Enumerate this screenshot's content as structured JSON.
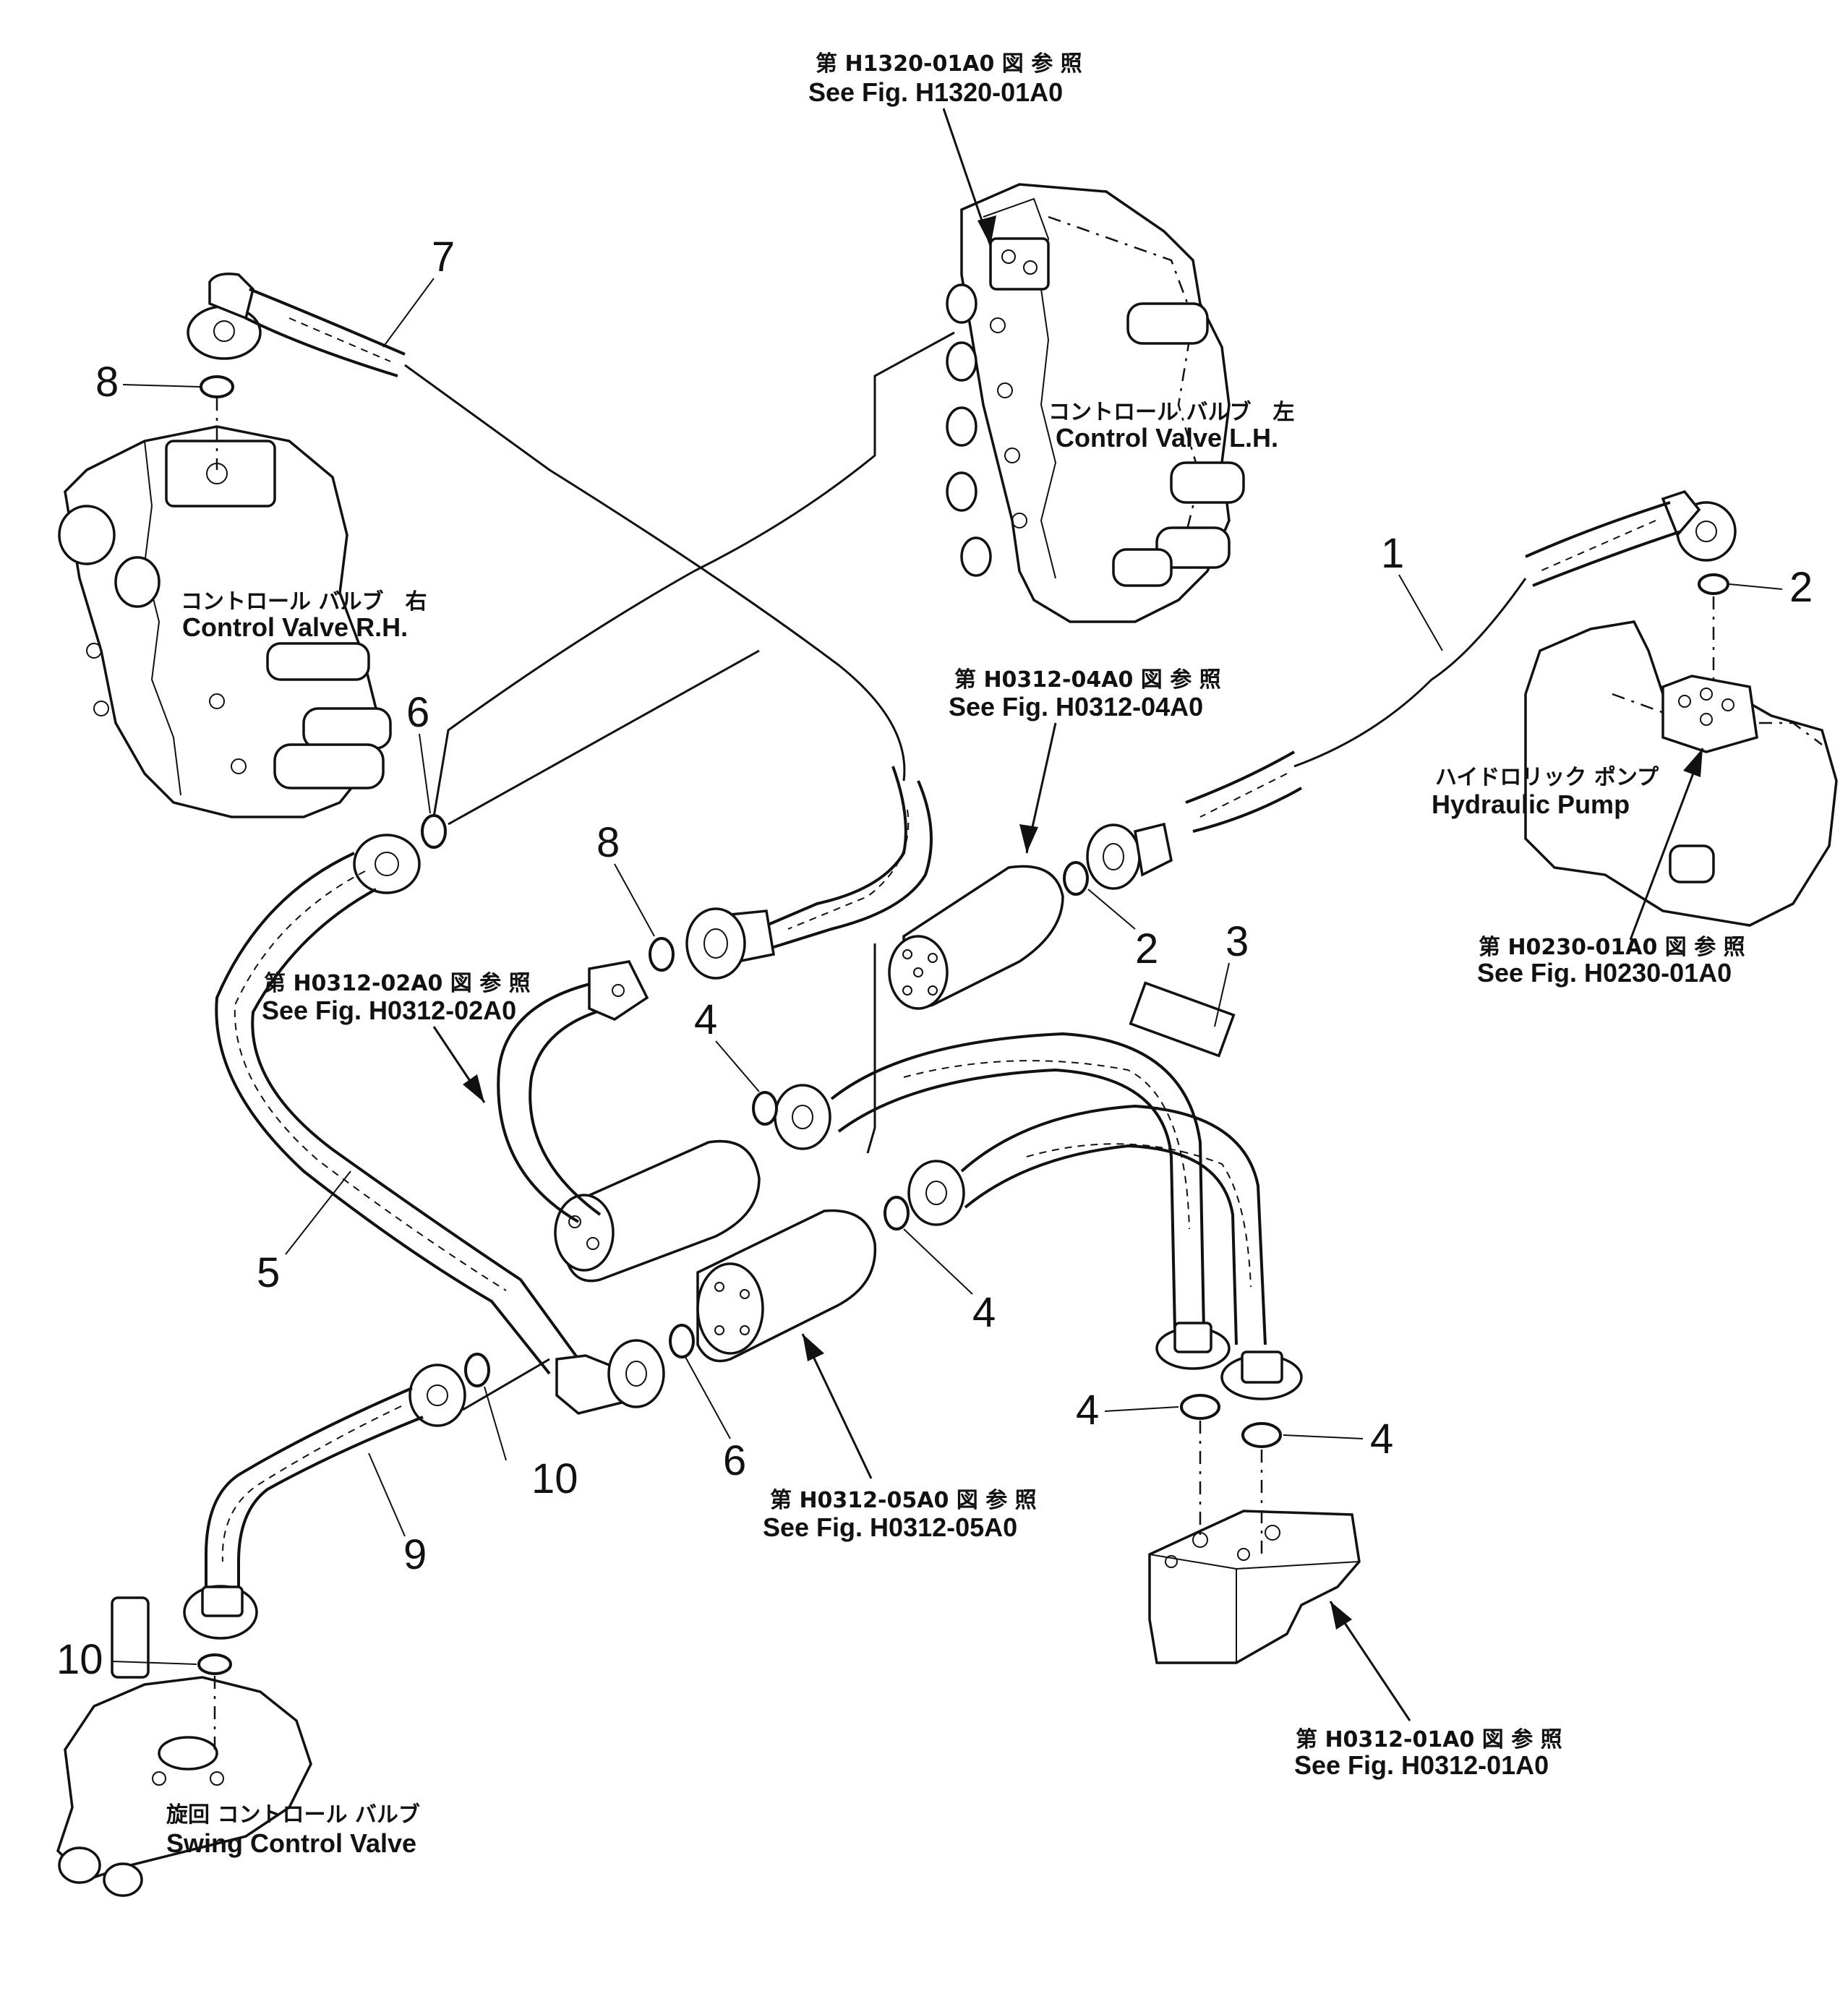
{
  "refs": {
    "h1320": {
      "jp": "第 H1320-01A0 図 参 照",
      "en": "See Fig. H1320-01A0"
    },
    "h0312_04": {
      "jp": "第 H0312-04A0 図 参 照",
      "en": "See Fig. H0312-04A0"
    },
    "h0312_02": {
      "jp": "第 H0312-02A0 図 参 照",
      "en": "See Fig. H0312-02A0"
    },
    "h0230": {
      "jp": "第 H0230-01A0 図 参 照",
      "en": "See Fig. H0230-01A0"
    },
    "h0312_05": {
      "jp": "第 H0312-05A0 図 参 照",
      "en": "See Fig. H0312-05A0"
    },
    "h0312_01": {
      "jp": "第 H0312-01A0 図 参 照",
      "en": "See Fig. H0312-01A0"
    }
  },
  "components": {
    "cv_lh": {
      "jp": "コントロール バルブ　左",
      "en": "Control Valve L.H."
    },
    "cv_rh": {
      "jp": "コントロール バルブ　右",
      "en": "Control Valve R.H."
    },
    "pump": {
      "jp": "ハイドロリック ポンプ",
      "en": "Hydraulic Pump"
    },
    "swing": {
      "jp": "旋回 コントロール バルブ",
      "en": "Swing Control Valve"
    }
  },
  "callouts": {
    "n7": "7",
    "n8a": "8",
    "n8b": "8",
    "n1": "1",
    "n2a": "2",
    "n2b": "2",
    "n6a": "6",
    "n6b": "6",
    "n3": "3",
    "n4a": "4",
    "n4b": "4",
    "n4c": "4",
    "n4d": "4",
    "n5": "5",
    "n10a": "10",
    "n10b": "10",
    "n9": "9"
  }
}
